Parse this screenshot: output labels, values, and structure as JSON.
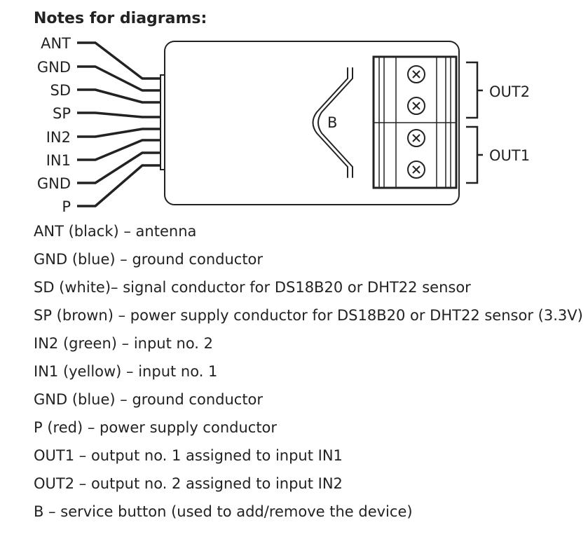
{
  "title": "Notes for diagrams:",
  "wires": [
    {
      "label": "ANT"
    },
    {
      "label": "GND"
    },
    {
      "label": "SD"
    },
    {
      "label": "SP"
    },
    {
      "label": "IN2"
    },
    {
      "label": "IN1"
    },
    {
      "label": "GND"
    },
    {
      "label": "P"
    }
  ],
  "button_label": "B",
  "outputs": [
    {
      "label": "OUT2"
    },
    {
      "label": "OUT1"
    }
  ],
  "notes": [
    "ANT (black) – antenna",
    "GND (blue) – ground conductor",
    "SD (white)– signal conductor for DS18B20 or DHT22 sensor",
    "SP (brown) – power supply conductor for DS18B20 or DHT22 sensor (3.3V)",
    "IN2 (green) – input no. 2",
    "IN1 (yellow) – input no. 1",
    "GND (blue) – ground conductor",
    "P (red) – power supply conductor",
    "OUT1 – output no. 1 assigned to input IN1",
    "OUT2 – output no. 2 assigned to input IN2",
    "B – service button (used to add/remove the device)"
  ]
}
